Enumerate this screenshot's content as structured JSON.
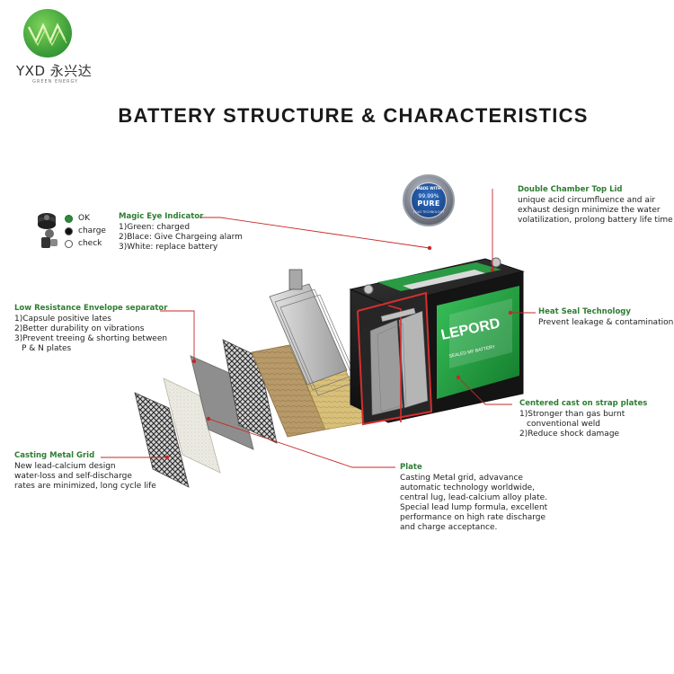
{
  "logo": {
    "brand": "YXD 永兴达",
    "tagline": "GREEN ENERGY"
  },
  "title": "BATTERY STRUCTURE & CHARACTERISTICS",
  "legend": {
    "ok": "OK",
    "charge": "charge",
    "check": "check"
  },
  "badge": {
    "top": "MADE WITH",
    "percent": "99.99%",
    "pure": "PURE",
    "bottom": "LEAD TECHNOLOGY"
  },
  "battery_label": {
    "brand": "LEPORD",
    "sub": "SEALED MF BATTERY"
  },
  "callouts": {
    "magic_eye": {
      "heading": "Magic Eye Indicator",
      "lines": [
        "1)Green: charged",
        "2)Blace: Give Chargeing alarm",
        "3)White: replace battery"
      ]
    },
    "top_lid": {
      "heading": "Double Chamber Top Lid",
      "lines": [
        "unique acid circumfluence and air",
        "exhaust design minimize the water",
        "volatilization, prolong battery life time"
      ]
    },
    "envelope": {
      "heading": "Low Resistance Envelope separator",
      "lines": [
        "1)Capsule positive lates",
        "2)Better durability on vibrations",
        "3)Prevent treeing & shorting between",
        "P & N plates"
      ]
    },
    "heat_seal": {
      "heading": "Heat Seal Technology",
      "lines": [
        "Prevent leakage & contamination"
      ]
    },
    "strap": {
      "heading": "Centered cast on strap plates",
      "lines": [
        "1)Stronger than gas burnt",
        "conventional weld",
        "2)Reduce shock damage"
      ]
    },
    "grid": {
      "heading": "Casting Metal Grid",
      "lines": [
        "New lead-calcium design",
        "water-loss and self-discharge",
        "rates are minimized, long cycle life"
      ]
    },
    "plate": {
      "heading": "Plate",
      "lines": [
        "Casting Metal grid, advavance",
        "automatic technology worldwide,",
        "central lug, lead-calcium alloy plate.",
        "Special lead lump formula, excellent",
        "performance on high rate discharge",
        "and charge acceptance."
      ]
    }
  },
  "colors": {
    "accent": "#2e7d32",
    "leader": "#c62828",
    "battery_green": "#1f9a3a"
  }
}
